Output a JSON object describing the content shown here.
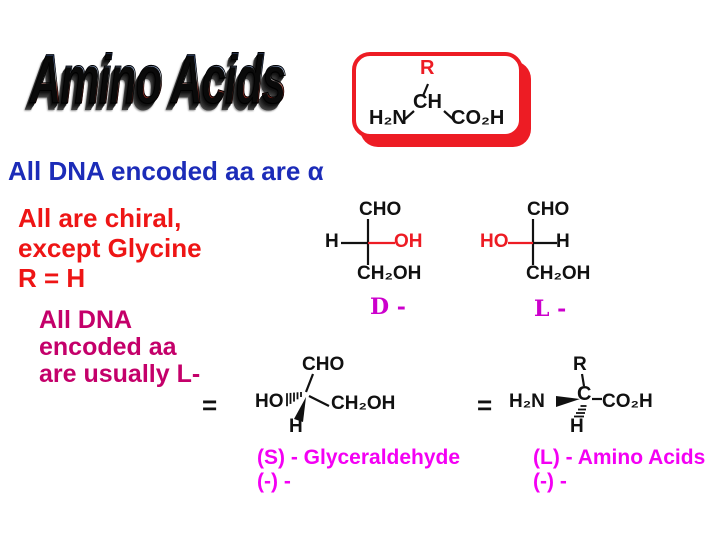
{
  "colors": {
    "accent_red": "#ed1c24",
    "heading_blue": "#1c2cb8",
    "note_pink": "#c4006a",
    "dl_magenta": "#cc00cc",
    "caption_magenta": "#f400f4",
    "bond_black": "#111111"
  },
  "title": {
    "text": "Amino Acids"
  },
  "intro": {
    "text": "All DNA encoded aa are α"
  },
  "chiral_note": {
    "line1": "All are chiral,",
    "line2": "except Glycine",
    "line3": "R = H"
  },
  "l_note": {
    "line1": "All DNA",
    "line2": "encoded aa",
    "line3": "are usually L-"
  },
  "generic_structure": {
    "r": "R",
    "ch": "CH",
    "h2n": "H₂N",
    "co2h": "CO₂H"
  },
  "fischer_d": {
    "cho": "CHO",
    "h": "H",
    "oh": "OH",
    "ch2oh": "CH₂OH",
    "label": "D -"
  },
  "fischer_l": {
    "cho": "CHO",
    "ho": "HO",
    "h": "H",
    "ch2oh": "CH₂OH",
    "label": "L -"
  },
  "glyceraldehyde_3d": {
    "equals": "=",
    "cho": "CHO",
    "ho": "HO",
    "ch2oh": "CH₂OH",
    "h": "H",
    "caption1": "(S) - Glyceraldehyde",
    "caption2": "(-) -"
  },
  "amino_3d": {
    "equals": "=",
    "r": "R",
    "c": "C",
    "h2n": "H₂N",
    "co2h": "CO₂H",
    "h": "H",
    "caption1": "(L) - Amino Acids",
    "caption2": "(-) -"
  }
}
